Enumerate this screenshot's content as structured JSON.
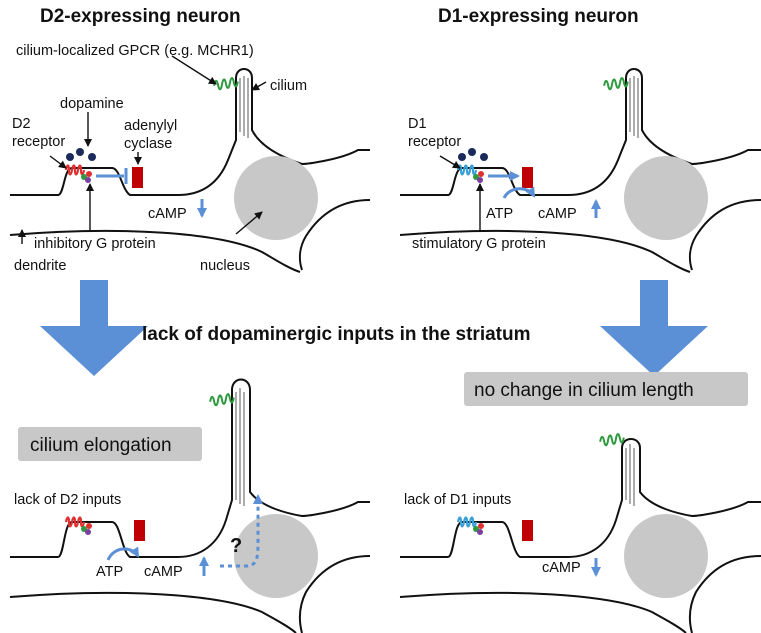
{
  "headings": {
    "left": "D2-expressing neuron",
    "right": "D1-expressing neuron"
  },
  "labels": {
    "gpcr": "cilium-localized GPCR (e.g. MCHR1)",
    "cilium": "cilium",
    "dopamine": "dopamine",
    "d2_receptor_1": "D2",
    "d2_receptor_2": "receptor",
    "adenylyl_1": "adenylyl",
    "adenylyl_2": "cyclase",
    "camp_tl": "cAMP",
    "inhibitory": "inhibitory G protein",
    "dendrite": "dendrite",
    "nucleus": "nucleus",
    "d1_receptor_1": "D1",
    "d1_receptor_2": "receptor",
    "atp_tr": "ATP",
    "camp_tr": "cAMP",
    "stimulatory": "stimulatory G protein",
    "middle": "lack of dopaminergic inputs in the striatum",
    "elongation": "cilium elongation",
    "no_change": "no change in cilium length",
    "lack_d2": "lack of D2 inputs",
    "atp_bl": "ATP",
    "camp_bl": "cAMP",
    "question": "?",
    "lack_d1": "lack of D1 inputs",
    "camp_br": "cAMP"
  },
  "colors": {
    "arrow_blue": "#5b8fd6",
    "d2_receptor": "#e03030",
    "d1_receptor": "#3aa0d8",
    "gpcr_green": "#2e9a3e",
    "cyclase_red": "#c00000",
    "nucleus_gray": "#c8c8c8",
    "box_gray": "#c8c8c8",
    "dopamine_navy": "#1a2a5a"
  }
}
